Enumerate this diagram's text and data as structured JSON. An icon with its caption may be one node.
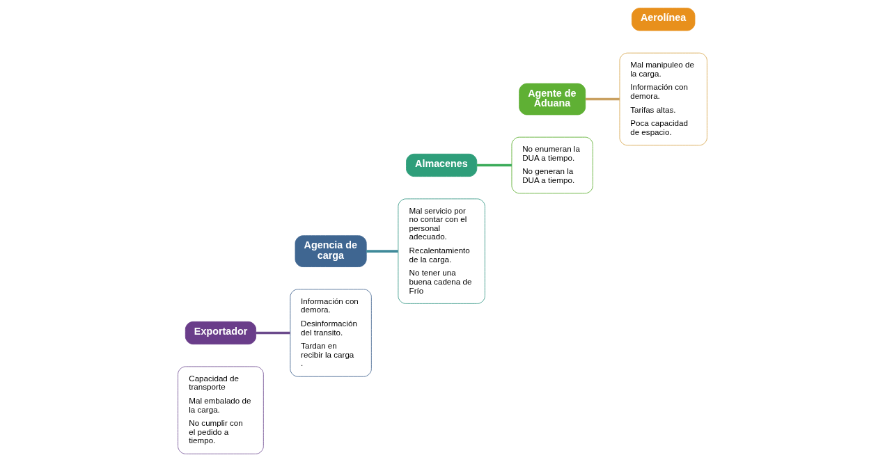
{
  "diagram": {
    "nodes": [
      {
        "text": [
          "Capacidad de transporte",
          "Mal embalado de la carga.",
          "No cumplir con el pedido a tiempo."
        ]
      },
      {
        "text": [
          "Exportador"
        ]
      },
      {
        "text": [
          "Información con demora.",
          "Desinformación del transito.",
          "Tardan en recibir la carga ."
        ]
      },
      {
        "text": [
          "Agencia de carga"
        ]
      },
      {
        "text": [
          "Mal servicio por no contar con el personal adecuado.",
          "Recalentamiento de la carga.",
          "No tener una buena cadena de Frío"
        ]
      },
      {
        "text": [
          "Almacenes"
        ]
      },
      {
        "text": [
          "No enumeran la DUA a tiempo.",
          "No generan la DUA a tiempo."
        ]
      },
      {
        "text": [
          "Agente de Aduana"
        ]
      },
      {
        "text": [
          "Mal manipuleo de la carga.",
          "Información con demora.",
          "Tarifas altas.",
          "Poca capacidad de espacio."
        ]
      },
      {
        "text": [
          "Aerolínea"
        ]
      }
    ],
    "edges": [
      {
        "from": 1,
        "to": 2,
        "arrow": "none",
        "color": "#6b4a8c"
      },
      {
        "from": 3,
        "to": 4,
        "arrow": "none",
        "color": "#3f8a9a"
      },
      {
        "from": 5,
        "to": 6,
        "arrow": "none",
        "color": "#3bab5a"
      },
      {
        "from": 7,
        "to": 8,
        "arrow": "none",
        "color": "#c9a060"
      }
    ]
  }
}
